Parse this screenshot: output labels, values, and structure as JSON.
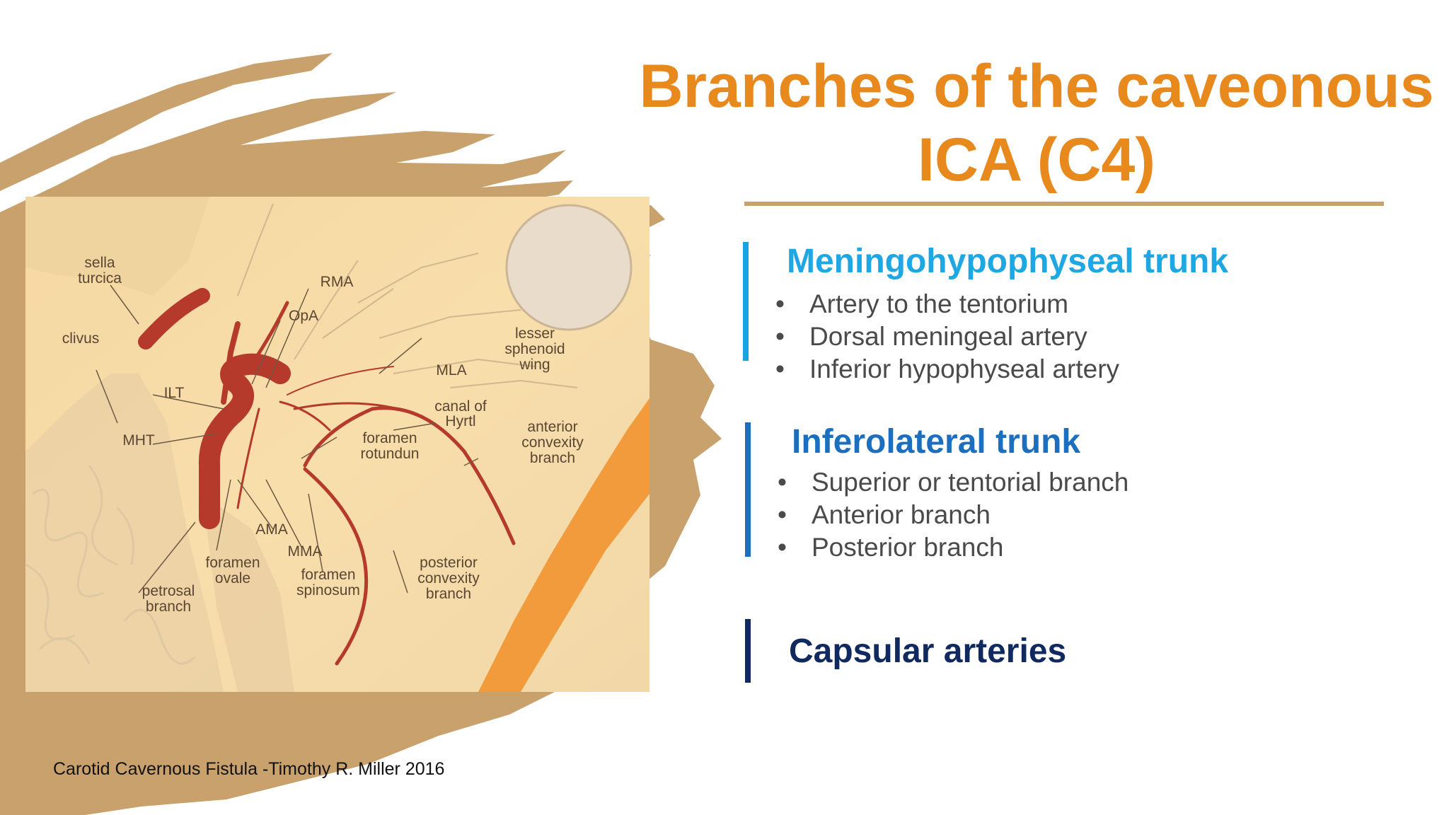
{
  "slide": {
    "title": "Branches of the caveonous ICA (C4)",
    "credit": "Carotid Cavernous Fistula -Timothy R. Miller 2016"
  },
  "illustration": {
    "labels": {
      "sella": "sella",
      "turcica": "turcica",
      "clivus": "clivus",
      "rma": "RMA",
      "opa": "OpA",
      "lesser": "lesser",
      "sphenoid": "sphenoid",
      "wing": "wing",
      "mla": "MLA",
      "ilt": "ILT",
      "canal_of": "canal of",
      "hyrtl": "Hyrtl",
      "mht": "MHT",
      "foramen_1": "foramen",
      "rotundun": "rotundun",
      "anterior": "anterior",
      "convexity_1": "convexity",
      "branch_1": "branch",
      "ama": "AMA",
      "mma": "MMA",
      "foramen_2": "foramen",
      "ovale": "ovale",
      "foramen_3": "foramen",
      "spinosum": "spinosum",
      "posterior": "posterior",
      "convexity_2": "convexity",
      "branch_2": "branch",
      "petrosal": "petrosal",
      "branch_3": "branch"
    }
  },
  "sections": [
    {
      "heading": "Meningohypophyseal trunk",
      "accent": "#1ea7e3",
      "items": [
        "Artery to the tentorium",
        "Dorsal meningeal artery",
        "Inferior hypophyseal artery"
      ]
    },
    {
      "heading": "Inferolateral trunk",
      "accent": "#1b6fbe",
      "items": [
        "Superior or tentorial branch",
        "Anterior branch",
        "Posterior branch"
      ]
    },
    {
      "heading": "Capsular arteries",
      "accent": "#10295e"
    }
  ],
  "bullet_glyph": "•",
  "colors": {
    "title": "#e8891e",
    "brush": "#c9a16c",
    "artery": "#b53a2c"
  }
}
